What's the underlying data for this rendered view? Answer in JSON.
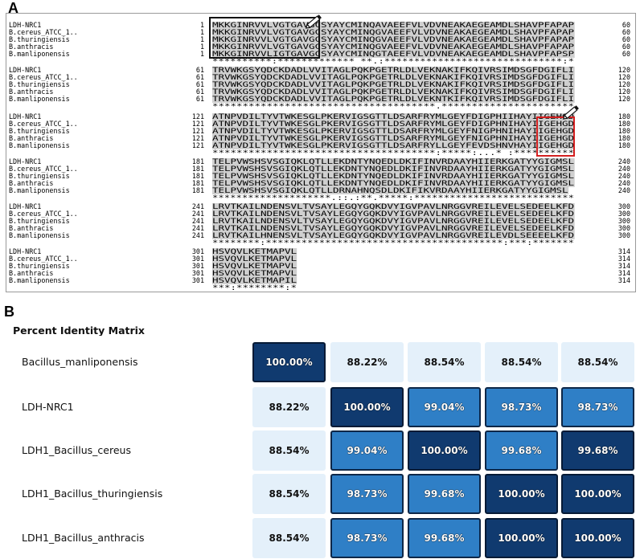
{
  "panels": {
    "a_label": "A",
    "b_label": "B"
  },
  "alignment": {
    "blocks": [
      {
        "rows": [
          {
            "name": "LDH-NRC1",
            "start": "1",
            "seq": "MKKGINRVVLVGTGAVGCSYAYCMINQAVAEEFVLVDVNEAKAEGEAMDLSHAVPFAPAP",
            "end": "60"
          },
          {
            "name": "B.cereus_ATCC_1..",
            "start": "1",
            "seq": "MKKGINRVVLVGTGAVGCSYAYCMINQGVAEEFVLVDVNEAKAEGEAMDLSHAVPFAPAP",
            "end": "60"
          },
          {
            "name": "B.thuringiensis",
            "start": "1",
            "seq": "MKKGINRVVLVGTGAVGCSYAYCMINQGVAEEFVLVDVNEAKAEGEAMDLSHAVPFAPAP",
            "end": "60"
          },
          {
            "name": "B.anthracis",
            "start": "1",
            "seq": "MKKGINRVVLVGTGAVGCSYAYCMINQGVAEEFVLVDVNEAKAEGEAMDLSHAVPFAPAP",
            "end": "60"
          },
          {
            "name": "B.manliponensis",
            "start": "1",
            "seq": "MKKGINRVVLIGTGAVGCSYAYCMINQGTAEEFVLVDVNEAKAEGEAMDLSHAVPFAPSP",
            "end": "60"
          }
        ],
        "consensus": "**********:************* **.:******************************:*"
      },
      {
        "rows": [
          {
            "name": "LDH-NRC1",
            "start": "61",
            "seq": "TRVWKGSYQDCKDADLVVITAGLPQKPGETRLDLVEKNAKIFKQIVRSIMDSGFDGIFLI",
            "end": "120"
          },
          {
            "name": "B.cereus_ATCC_1..",
            "start": "61",
            "seq": "TRVWKGSYQDCKDADLVVITAGLPQKPGETRLDLVEKNAKIFKQIVRSIMDSGFDGIFLI",
            "end": "120"
          },
          {
            "name": "B.thuringiensis",
            "start": "61",
            "seq": "TRVWKGSYQDCKDADLVVITAGLPQKPGETRLDLVEKNAKIFKQIVRSIMDSGFDGIFLI",
            "end": "120"
          },
          {
            "name": "B.anthracis",
            "start": "61",
            "seq": "TRVWKGSYQDCKDADLVVITAGLPQKPGETRLDLVEKNAKIFKQIVRSIMDSGFDGIFLI",
            "end": "120"
          },
          {
            "name": "B.manliponensis",
            "start": "61",
            "seq": "TRVWKGSYQDCKDADLVVITAGLPQKPGETRLDLVEKNTKIFKQIVRSIMDSGFDGIFLI",
            "end": "120"
          }
        ],
        "consensus": "*************************************.**********************"
      },
      {
        "rows": [
          {
            "name": "LDH-NRC1",
            "start": "121",
            "seq": "ATNPVDILTYVTWKESGLPKERVIGSGTTLDSARFRYMLGEYFDIGPHIIHAYIIGEHGD",
            "end": "180"
          },
          {
            "name": "B.cereus_ATCC_1..",
            "start": "121",
            "seq": "ATNPVDILTYVTWKESGLPKERVIGSGTTLDSARFRYMLGEYFDIGPHNIHAYIIGEHGD",
            "end": "180"
          },
          {
            "name": "B.thuringiensis",
            "start": "121",
            "seq": "ATNPVDILTYVTWKESGLPKERVIGSGTTLDSARFRYMLGEYFNIGPHNIHAYIIGEHGD",
            "end": "180"
          },
          {
            "name": "B.anthracis",
            "start": "121",
            "seq": "ATNPVDILTYVTWKESGLPKERVIGSGTTLDSARFRYMLGEYFNIGPHNIHAYIIGEHGD",
            "end": "180"
          },
          {
            "name": "B.manliponensis",
            "start": "121",
            "seq": "ATNPVDILTYVTWKESGLPKERVIGSGTTLDSARFRYLLGEYFEVDSHNVHAYIIGEHGD",
            "end": "180"
          }
        ],
        "consensus": "*************************************:*****:...* :**********"
      },
      {
        "rows": [
          {
            "name": "LDH-NRC1",
            "start": "181",
            "seq": "TELPVWSHSVSGIQKLQTLLEKDNTYNQEDLDKIFINVRDAAYHIIERKGATYYGIGMSL",
            "end": "240"
          },
          {
            "name": "B.cereus_ATCC_1..",
            "start": "181",
            "seq": "TELPVWSHSVSGIQKLQTLLEKDNTYNQEDLDKIFINVRDAAYHIIERKGATYYGIGMSL",
            "end": "240"
          },
          {
            "name": "B.thuringiensis",
            "start": "181",
            "seq": "TELPVWSHSVSGIQKLQTLLEKDNTYNQEDLDKIFINVRDAAYHIIERKGATYYGIGMSL",
            "end": "240"
          },
          {
            "name": "B.anthracis",
            "start": "181",
            "seq": "TELPVWSHSVSGIQKLQTLLEKDNTYNQEDLDKIFINVRDAAYHIIERKGATYYGIGMSL",
            "end": "240"
          },
          {
            "name": "B.manliponensis",
            "start": "181",
            "seq": "TELPVWSHSVSGIQKLQTLLDRNAHNQSDLDKIFIKVRDAAYHIIERKGATYYGIGMSL",
            "end": "240"
          }
        ],
        "consensus": "********************.::.:**.*****:***************************"
      },
      {
        "rows": [
          {
            "name": "LDH-NRC1",
            "start": "241",
            "seq": "LRVTKAILNDENSVLTVSAYLEGQYGQKDVYIGVPAVLNRGGVREILEVELSEDEELKFD",
            "end": "300"
          },
          {
            "name": "B.cereus_ATCC_1..",
            "start": "241",
            "seq": "LRVTKAILNDENSVLTVSAYLEGQYGQKDVYIGVPAVLNRGGVREILEVELSEDEELKFD",
            "end": "300"
          },
          {
            "name": "B.thuringiensis",
            "start": "241",
            "seq": "LRVTKAILNDENSVLTVSAYLEGQYGQKDVYIGVPAVLNRGGVREILEVELSEDEELKFD",
            "end": "300"
          },
          {
            "name": "B.anthracis",
            "start": "241",
            "seq": "LRVTKAILNDENSVLTVSAYLEGQYGQKDVYIGVPAVLNRGGVREILEVELSEDEELKFD",
            "end": "300"
          },
          {
            "name": "B.manliponensis",
            "start": "241",
            "seq": "LRVTKAILHNENSVLTVSAYLEGQYGQKDVYIGVPAVLNRGGVREILEVDLSEEEELKFD",
            "end": "300"
          }
        ],
        "consensus": "********:****************************************:***:*******"
      },
      {
        "rows": [
          {
            "name": "LDH-NRC1",
            "start": "301",
            "seq": "HSVQVLKETMAPVL",
            "end": "314"
          },
          {
            "name": "B.cereus_ATCC_1..",
            "start": "301",
            "seq": "HSVQVLKETMAPVL",
            "end": "314"
          },
          {
            "name": "B.thuringiensis",
            "start": "301",
            "seq": "HSVQVLKETMAPVL",
            "end": "314"
          },
          {
            "name": "B.anthracis",
            "start": "301",
            "seq": "HSVQVLKETMAPVL",
            "end": "314"
          },
          {
            "name": "B.manliponensis",
            "start": "301",
            "seq": "HSVQVLKETMAPIL",
            "end": "314"
          }
        ],
        "consensus": "***:********:*"
      }
    ]
  },
  "matrix": {
    "title": "Percent Identity Matrix",
    "rows": [
      {
        "label": "Bacillus_manliponensis",
        "values": [
          "100.00%",
          "88.22%",
          "88.54%",
          "88.54%",
          "88.54%"
        ],
        "levels": [
          "dark",
          "light",
          "light",
          "light",
          "light"
        ]
      },
      {
        "label": "LDH-NRC1",
        "values": [
          "88.22%",
          "100.00%",
          "99.04%",
          "98.73%",
          "98.73%"
        ],
        "levels": [
          "light",
          "dark",
          "mid",
          "mid",
          "mid"
        ]
      },
      {
        "label": "LDH1_Bacillus_cereus",
        "values": [
          "88.54%",
          "99.04%",
          "100.00%",
          "99.68%",
          "99.68%"
        ],
        "levels": [
          "light",
          "mid",
          "dark",
          "mid",
          "dark"
        ]
      },
      {
        "label": "LDH1_Bacillus_thuringiensis",
        "values": [
          "88.54%",
          "98.73%",
          "99.68%",
          "100.00%",
          "100.00%"
        ],
        "levels": [
          "light",
          "mid",
          "mid",
          "dark",
          "dark"
        ]
      },
      {
        "label": "LDH1_Bacillus_anthracis",
        "values": [
          "88.54%",
          "98.73%",
          "99.68%",
          "100.00%",
          "100.00%"
        ],
        "levels": [
          "light",
          "mid",
          "mid",
          "dark",
          "dark"
        ]
      }
    ],
    "colors": {
      "light": "#e4f0fa",
      "mid": "#2f7fc6",
      "dark": "#103a6f"
    }
  },
  "annotations": {
    "highlight_black": "black-box",
    "highlight_red": "red-box",
    "pointer_icon": "pen-icon"
  }
}
